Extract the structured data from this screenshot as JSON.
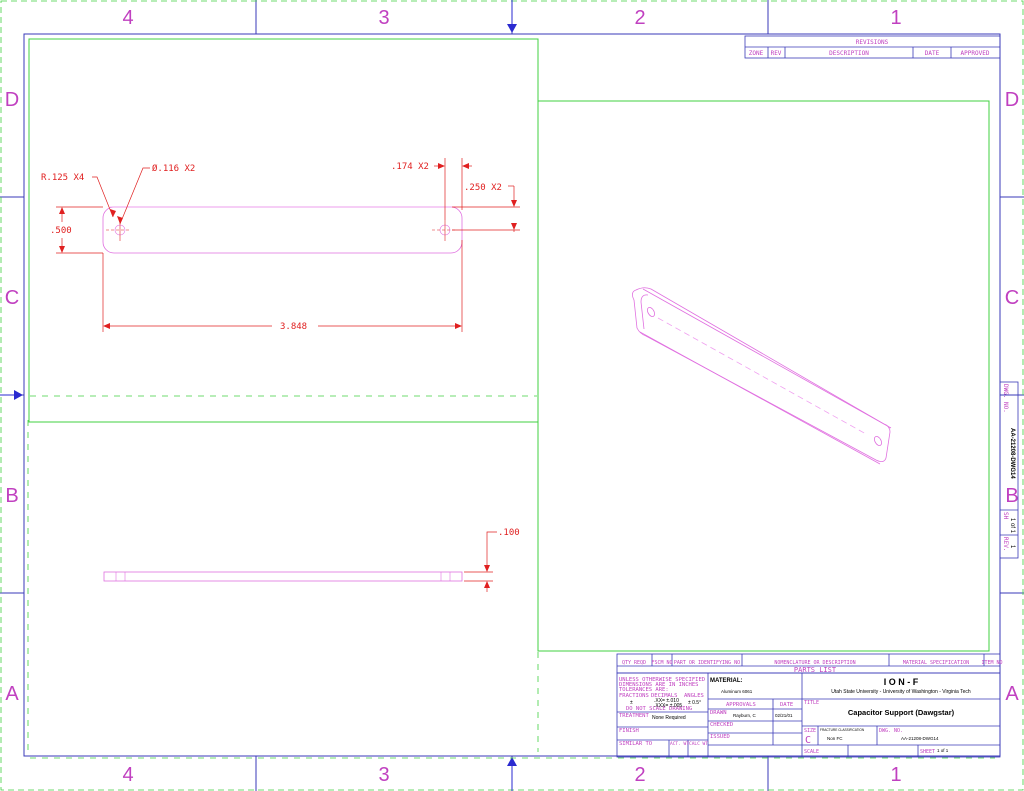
{
  "zones": {
    "columns": [
      "4",
      "3",
      "2",
      "1"
    ],
    "rows": [
      "D",
      "C",
      "B",
      "A"
    ]
  },
  "revisions": {
    "title": "REVISIONS",
    "headers": [
      "ZONE",
      "REV",
      "DESCRIPTION",
      "DATE",
      "APPROVED"
    ]
  },
  "dimensions": {
    "radius": "R.125 X4",
    "hole_dia": "Ø.116 X2",
    "hole_offset": ".174 X2",
    "hole_height": ".250 X2",
    "height": ".500",
    "length": "3.848",
    "thickness": ".100"
  },
  "side_block": {
    "dwg_no_label": "DWG. NO.",
    "dwg_no": "AA-21208-DWG14",
    "sh_label": "SH",
    "sh": "1 of 1",
    "rev_label": "REV.",
    "rev": "1"
  },
  "parts_list": {
    "headers": [
      "QTY REQD",
      "FSCM NO",
      "PART OR IDENTIFYING NO",
      "NOMENCLATURE OR DESCRIPTION",
      "MATERIAL SPECIFICATION",
      "ITEM NO"
    ],
    "title": "PARTS LIST"
  },
  "title_block": {
    "tolerance_lines": [
      "UNLESS OTHERWISE SPECIFIED",
      "DIMENSIONS ARE IN INCHES",
      "TOLERANCES ARE:"
    ],
    "fractions_label": "FRACTIONS",
    "decimals_label": "DECIMALS",
    "angles_label": "ANGLES",
    "fraction_tol": "±",
    "dec1": ".XX= ±.010",
    "dec2": ".XXX= ±.005",
    "angle_tol": "± 0.5°",
    "do_not_scale": "DO NOT SCALE DRAWING",
    "material_label": "MATERIAL:",
    "material": "Aluminum 6061",
    "approvals_label": "APPROVALS",
    "date_label": "DATE",
    "company": "I O N - F",
    "university": "Utah State University - University of Washington - Virginia Tech",
    "title_label": "TITLE",
    "drawing_title": "Capacitor Support (Dawgstar)",
    "treatment_label": "TREATMENT",
    "treatment": "None Required",
    "drawn_label": "DRAWN",
    "drawn_by": "Rayburn, C",
    "drawn_date": "02/21/01",
    "finish_label": "FINISH",
    "checked_label": "CHECKED",
    "issued_label": "ISSUED",
    "similar_to_label": "SIMILAR TO",
    "act_wt_label": "ACT. WT",
    "calc_wt_label": "CALC WT",
    "size_label": "SIZE",
    "size": "C",
    "fracture_label": "FRACTURE CLASSIFICATION",
    "fracture": "Non FC",
    "dwg_no_label": "DWG. NO.",
    "dwg_no": "AA-21208-DWG14",
    "scale_label": "SCALE",
    "sheet_label": "SHEET",
    "sheet": "1 of 1"
  },
  "colors": {
    "border": "#3a3ab8",
    "zone_label": "#c040c0",
    "dimension": "#e02020",
    "view_frame": "#40d040",
    "part": "#e070e0"
  }
}
